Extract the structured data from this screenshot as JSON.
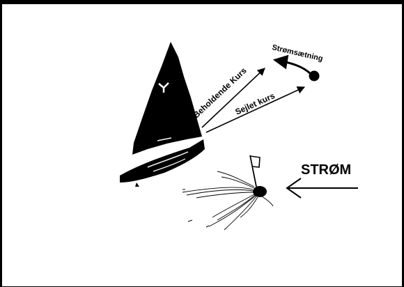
{
  "labels": {
    "beholdende_kurs": "Beholdende Kurs",
    "sejlet_kurs": "Sejlet kurs",
    "stromsaetning": "Strømsætning",
    "strom": "STRØM"
  },
  "colors": {
    "ink": "#000000",
    "background": "#ffffff"
  },
  "icons": [
    "sailboat-icon",
    "buoy-icon",
    "flag-icon",
    "current-arrow-icon"
  ]
}
